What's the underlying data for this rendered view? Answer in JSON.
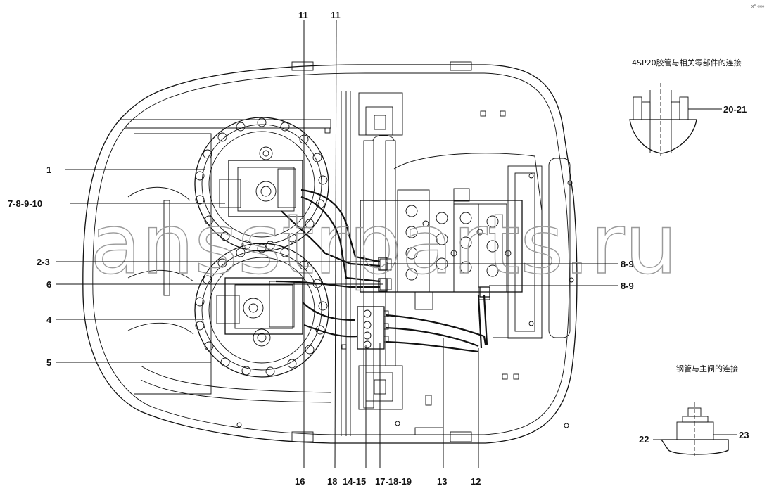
{
  "corner_mark": "x° ∞∞",
  "watermark": "ansstrparts.ru",
  "detail_top": {
    "title": "4SP20胶管与相关零部件的连接",
    "label": "20-21"
  },
  "detail_bottom": {
    "title": "钢管与主阀的连接",
    "label_left": "22",
    "label_right": "23"
  },
  "callouts": {
    "top_a": "11",
    "top_b": "11",
    "left_1": "1",
    "left_7_10": "7-8-9-10",
    "left_2_3": "2-3",
    "left_6": "6",
    "left_4": "4",
    "left_5": "5",
    "right_8_9_a": "8-9",
    "right_8_9_b": "8-9",
    "bottom_16": "16",
    "bottom_18": "18",
    "bottom_14_15": "14-15",
    "bottom_17_19": "17-18-19",
    "bottom_13": "13",
    "bottom_12": "12"
  }
}
